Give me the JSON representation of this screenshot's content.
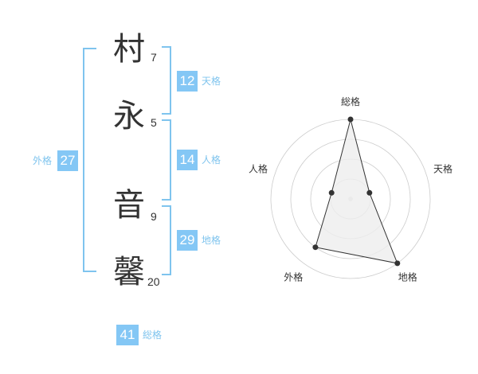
{
  "name": {
    "chars": [
      {
        "char": "村",
        "strokes": "7"
      },
      {
        "char": "永",
        "strokes": "5"
      },
      {
        "char": "音",
        "strokes": "9"
      },
      {
        "char": "馨",
        "strokes": "20"
      }
    ]
  },
  "kaku": {
    "tenkaku": {
      "value": "12",
      "label": "天格"
    },
    "jinkaku": {
      "value": "14",
      "label": "人格"
    },
    "chikaku": {
      "value": "29",
      "label": "地格"
    },
    "gaikaku": {
      "value": "27",
      "label": "外格"
    },
    "soukaku": {
      "value": "41",
      "label": "総格"
    }
  },
  "chart_data": {
    "type": "radar",
    "axes": [
      "総格",
      "天格",
      "地格",
      "外格",
      "人格"
    ],
    "values": [
      4,
      1,
      4,
      3,
      1
    ],
    "range": [
      0,
      4
    ],
    "rings": 4,
    "colors": {
      "line": "#333333",
      "fill": "#eeeeee",
      "grid": "#cccccc",
      "point": "#333333"
    }
  }
}
